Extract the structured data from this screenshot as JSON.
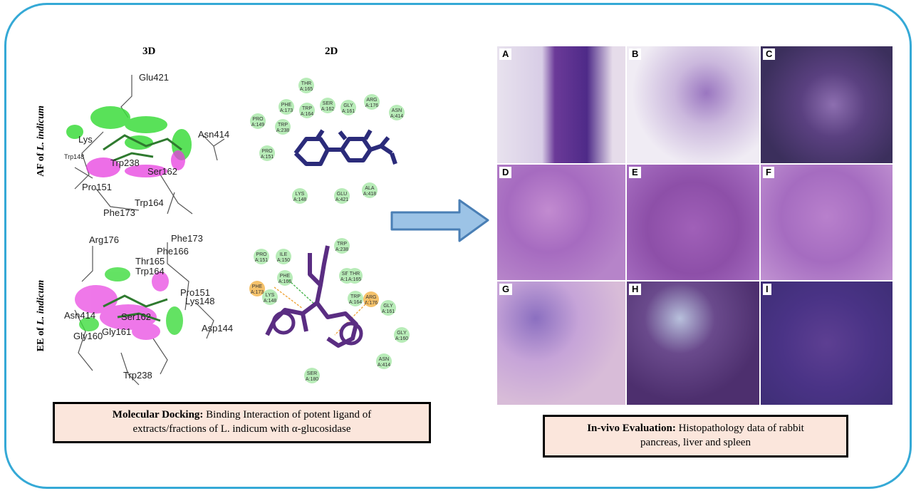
{
  "docking": {
    "col_3d": "3D",
    "col_2d": "2D",
    "row1_prefix": "AF of ",
    "row1_species": "L. indicum",
    "row2_prefix": "EE of ",
    "row2_species": "L. indicum",
    "af_3d_labels": [
      "Glu421",
      "Asn414",
      "Lys",
      "Trp238",
      "Ser162",
      "Pro151",
      "Trp164",
      "Phe173",
      "Trp148"
    ],
    "ee_3d_labels": [
      "Arg176",
      "Phe173",
      "Phe166",
      "Thr165",
      "Trp164",
      "Pro151",
      "Lys148",
      "Asn414",
      "Ser162",
      "Asp144",
      "Gly160",
      "Gly161",
      "Trp238"
    ],
    "af_2d_residues": [
      "THR A:165",
      "PHE A:173",
      "SER A:162",
      "GLY A:161",
      "ARG A:176",
      "PRO A:149",
      "TRP A:164",
      "ASN A:414",
      "TRP A:238",
      "PRO A:151",
      "LYS A:148",
      "GLU A:421",
      "ALA A:418"
    ],
    "ee_2d_residues": [
      "TRP A:238",
      "PRO A:151",
      "ILE A:150",
      "PHE A:166",
      "SER A:162",
      "THR A:165",
      "PHE A:173",
      "LYS A:148",
      "TRP A:164",
      "ARG A:176",
      "GLY A:161",
      "GLY A:160",
      "ASN A:414",
      "SER A:180"
    ]
  },
  "docking_caption": {
    "bold": "Molecular Docking:",
    "line1": " Binding Interaction of potent ligand of",
    "line2": "extracts/fractions of L. indicum with α-glucosidase"
  },
  "histology": {
    "panels": [
      "A",
      "B",
      "C",
      "D",
      "E",
      "F",
      "G",
      "H",
      "I"
    ]
  },
  "invivo_caption": {
    "bold": "In-vivo Evaluation:",
    "line1": " Histopathology data of rabbit",
    "line2": "pancreas, liver and spleen"
  },
  "colors": {
    "frame": "#35a9d6",
    "arrow_fill": "#9cc3e6",
    "arrow_stroke": "#4a7fb5",
    "caption_bg": "#fbe6dc",
    "ligand_af": "#2b2b7a",
    "ligand_ee": "#5a2d82",
    "residue_green": "#b8ecb8",
    "residue_orange": "#f5c26b"
  }
}
